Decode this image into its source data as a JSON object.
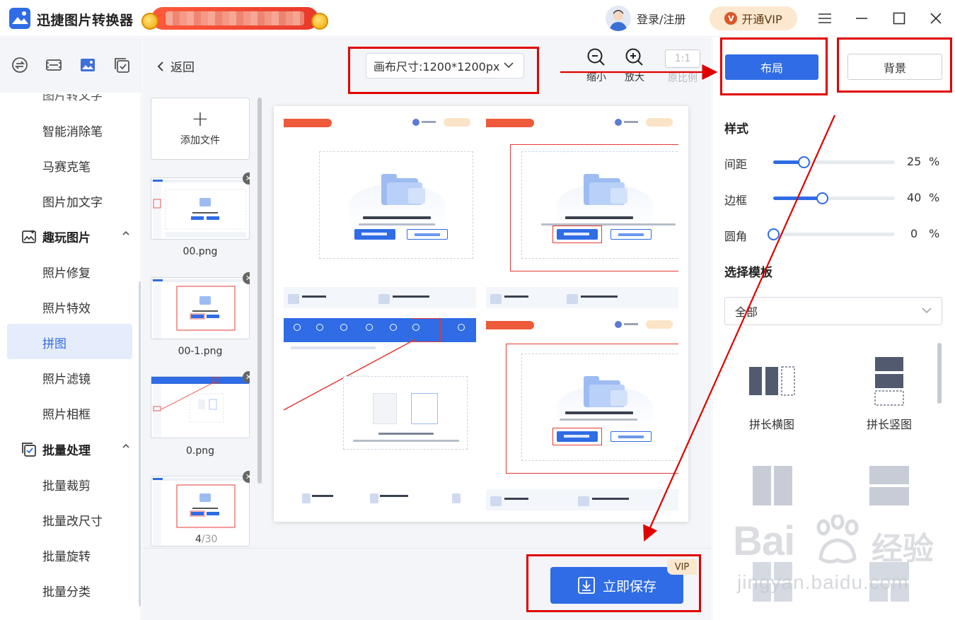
{
  "app": {
    "title": "迅捷图片转换器",
    "login": "登录/注册",
    "vip_button": "开通VIP",
    "brand_color": "#2f6ce5",
    "annotation_color": "#e00000"
  },
  "window_controls": [
    "menu-icon",
    "minimize-icon",
    "maximize-icon",
    "close-icon"
  ],
  "nav": {
    "top_icons": [
      "convert-icon",
      "ocr-icon",
      "image-edit-icon",
      "batch-icon"
    ],
    "cut_item": "图片转文字",
    "items_a": [
      "智能消除笔",
      "马赛克笔",
      "图片加文字"
    ],
    "group_fun": "趣玩图片",
    "items_b": [
      "照片修复",
      "照片特效",
      "拼图",
      "照片滤镜",
      "照片相框"
    ],
    "group_batch": "批量处理",
    "items_c": [
      "批量裁剪",
      "批量改尺寸",
      "批量旋转",
      "批量分类"
    ],
    "active": "拼图"
  },
  "workspace": {
    "back": "返回",
    "canvas_size": "画布尺寸:1200*1200px",
    "zoom_out": "缩小",
    "zoom_in": "放大",
    "ratio_box": "1:1",
    "ratio_label": "原比例",
    "add_file": "添加文件",
    "thumbs": [
      "00.png",
      "00-1.png",
      "0.png"
    ],
    "counter_current": "4",
    "counter_total": "/30",
    "save": "立即保存",
    "vip_tag": "VIP"
  },
  "right_panel": {
    "tab_layout": "布局",
    "tab_background": "背景",
    "style_title": "样式",
    "sliders": [
      {
        "label": "间距",
        "value": "25",
        "unit": "%",
        "fraction": 0.25
      },
      {
        "label": "边框",
        "value": "40",
        "unit": "%",
        "fraction": 0.4
      },
      {
        "label": "圆角",
        "value": "0",
        "unit": "%",
        "fraction": 0
      }
    ],
    "template_title": "选择模板",
    "template_filter": "全部",
    "templates": [
      "拼长横图",
      "拼长竖图"
    ]
  },
  "watermark": {
    "brand": "Bai",
    "brand_cn": "经验",
    "url": "jingyan.baidu.com"
  }
}
